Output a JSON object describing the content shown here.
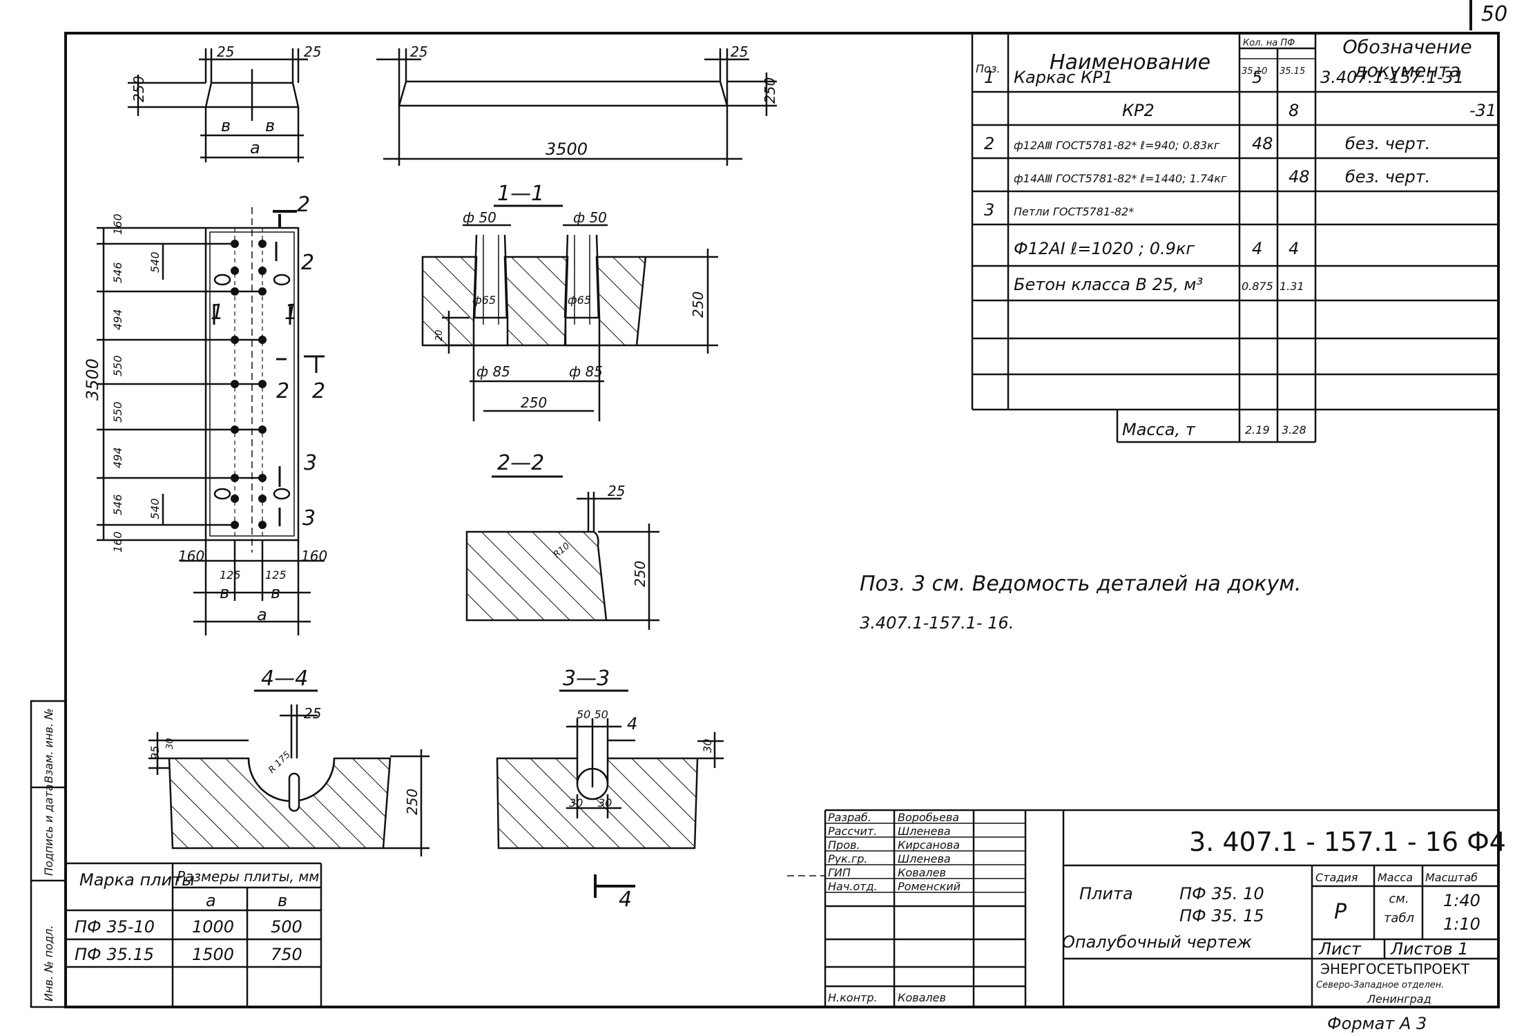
{
  "sheet_number": "50",
  "spec_table": {
    "headers": {
      "pos": "Поз.",
      "name": "Наименование",
      "qty": "Кол. на ПФ",
      "qty_a": "35.10",
      "qty_b": "35.15",
      "doc": "Обозначение документа"
    },
    "rows": [
      {
        "pos": "1",
        "name": "Каркас     КР1",
        "qa": "5",
        "qb": "",
        "doc": "3.407.1-157.1-31"
      },
      {
        "pos": "",
        "name": "КР2",
        "qa": "",
        "qb": "8",
        "doc": "-31"
      },
      {
        "pos": "2",
        "name": "ф12АⅢ ГОСТ5781-82* ℓ=940; 0.83кг",
        "qa": "48",
        "qb": "",
        "doc": "без. черт."
      },
      {
        "pos": "",
        "name": "ф14АⅢ ГОСТ5781-82* ℓ=1440; 1.74кг",
        "qa": "",
        "qb": "48",
        "doc": "без. черт."
      },
      {
        "pos": "3",
        "name": "Петли ГОСТ5781-82*",
        "qa": "",
        "qb": "",
        "doc": ""
      },
      {
        "pos": "",
        "name": "Ф12АⅠ  ℓ=1020 ;  0.9кг",
        "qa": "4",
        "qb": "4",
        "doc": ""
      },
      {
        "pos": "",
        "name": "Бетон  класса  В 25, м³",
        "qa": "0.875",
        "qb": "1.31",
        "doc": ""
      }
    ],
    "mass_label": "Масса, т",
    "mass_a": "2.19",
    "mass_b": "3.28"
  },
  "note_line1": "Поз. 3  см. Ведомость деталей на докум.",
  "note_line2": "3.407.1-157.1- 16.",
  "sections": {
    "s1": "1—1",
    "s2": "2—2",
    "s3": "3—3",
    "s4": "4—4"
  },
  "dims": {
    "d25": "25",
    "d250": "250",
    "d3500": "3500",
    "db": "в",
    "da": "а",
    "d160": "160",
    "d546": "546",
    "d494": "494",
    "d550": "550",
    "d540": "540",
    "d125": "125",
    "d50": "ф 50",
    "d65": "ф65",
    "d85": "ф 85",
    "d20": "20",
    "r10": "R10",
    "r175": "R 175",
    "d95": "95",
    "d30": "30",
    "d13": "30",
    "d5050": "50 50",
    "d4": "4",
    "m1": "1",
    "m2": "2",
    "m3": "3",
    "m4": "4"
  },
  "marks_table": {
    "h_mark": "Марка плиты",
    "h_sizes": "Размеры плиты, мм",
    "h_a": "а",
    "h_b": "в",
    "rows": [
      {
        "mark": "ПФ 35-10",
        "a": "1000",
        "b": "500"
      },
      {
        "mark": "ПФ 35.15",
        "a": "1500",
        "b": "750"
      }
    ]
  },
  "side_stamp": {
    "inv": "Инв. № подл.",
    "sign": "Подпись и дата",
    "vzam": "Взам. инв. №"
  },
  "title_block": {
    "code": "3. 407.1 - 157.1 - 16 Ф4",
    "roles": [
      {
        "role": "Разраб.",
        "name": "Воробьева"
      },
      {
        "role": "Рассчит.",
        "name": "Шленева"
      },
      {
        "role": "Пров.",
        "name": "Кирсанова"
      },
      {
        "role": "Рук.гр.",
        "name": "Шленева"
      },
      {
        "role": "ГИП",
        "name": "Ковалев"
      },
      {
        "role": "Нач.отд.",
        "name": "Роменский"
      },
      {
        "role": "Н.контр.",
        "name": "Ковалев"
      }
    ],
    "name_l1": "Плита",
    "name_l1b": "ПФ 35. 10",
    "name_l2": "ПФ 35. 15",
    "name_l3": "Опалубочный  чертеж",
    "h_stage": "Стадия",
    "h_mass": "Масса",
    "h_scale": "Масштаб",
    "stage": "Р",
    "mass": "см. табл",
    "scale1": "1:40",
    "scale2": "1:10",
    "sheet": "Лист",
    "sheets": "Листов 1",
    "org1": "ЭНЕРГОСЕТЬПРОЕКТ",
    "org2": "Северо-Западное отделен.",
    "org3": "Ленинград"
  },
  "format": "Формат А 3"
}
